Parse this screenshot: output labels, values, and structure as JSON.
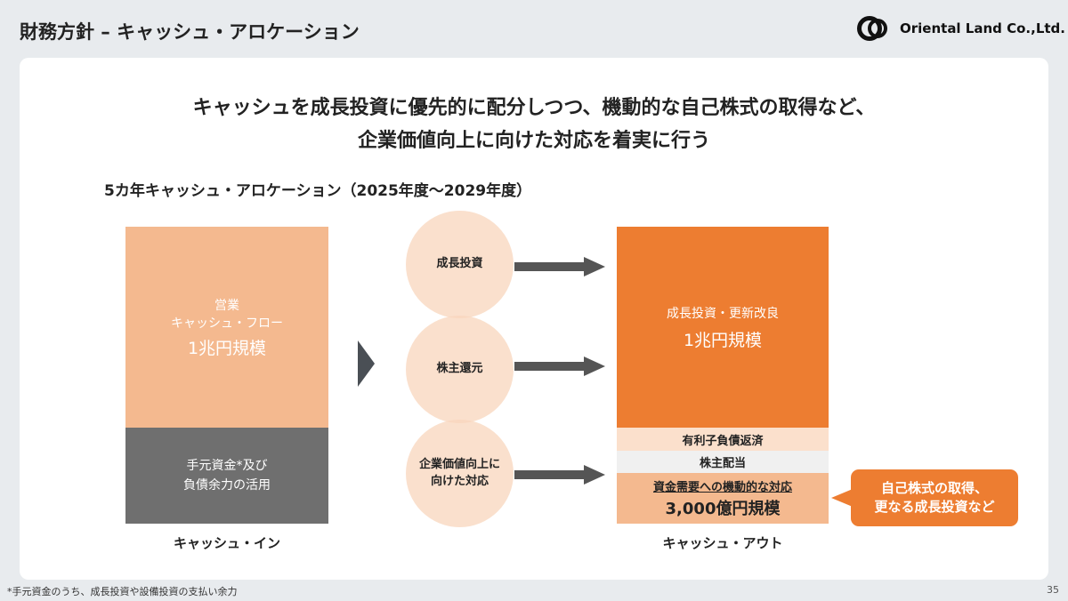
{
  "header": {
    "title": "財務方針 – キャッシュ・アロケーション",
    "logo_text": "Oriental Land Co.,Ltd."
  },
  "headline": {
    "line1": "キャッシュを成長投資に優先的に配分しつつ、機動的な自己株式の取得など、",
    "line2": "企業価値向上に向けた対応を着実に行う"
  },
  "subtitle": "5カ年キャッシュ・アロケーション（2025年度～2029年度）",
  "cash_in": {
    "ocf_line1": "営業",
    "ocf_line2": "キャッシュ・フロー",
    "ocf_amount": "1兆円規模",
    "funds_line1": "手元資金*及び",
    "funds_line2": "負債余力の活用",
    "label": "キャッシュ・イン"
  },
  "circles": [
    {
      "line1": "成長投資",
      "line2": ""
    },
    {
      "line1": "株主還元",
      "line2": ""
    },
    {
      "line1": "企業価値向上に",
      "line2": "向けた対応"
    }
  ],
  "cash_out": {
    "growth": "成長投資・更新改良",
    "growth_amount": "1兆円規模",
    "debt": "有利子負債返済",
    "dividend": "株主配当",
    "flex": "資金需要への機動的な対応",
    "flex_amount": "3,000億円規模",
    "label": "キャッシュ・アウト"
  },
  "callout": {
    "line1": "自己株式の取得、",
    "line2": "更なる成長投資など"
  },
  "footnote": "*手元資金のうち、成長投資や設備投資の支払い余力",
  "page_number": "35",
  "colors": {
    "orange": "#ed7d31",
    "peach": "#f4b98f",
    "light_peach": "#fbe0cc",
    "gray": "#6f6f6f"
  }
}
